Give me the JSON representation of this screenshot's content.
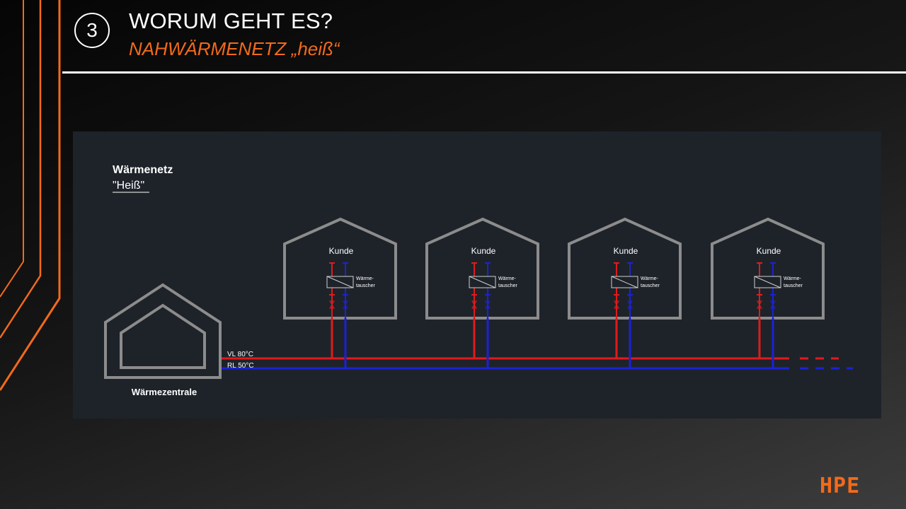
{
  "header": {
    "step_number": "3",
    "title": "WORUM GEHT ES?",
    "subtitle": "NAHWÄRMENETZ „heiß“"
  },
  "diagram": {
    "heading": "Wärmenetz",
    "subheading": "\"Heiß\"",
    "central_label": "Wärmezentrale",
    "flow_label": "VL 80°C",
    "return_label": "RL 50°C",
    "customer_label": "Kunde",
    "exchanger_label_line1": "Wärme-",
    "exchanger_label_line2": "tauscher",
    "customers": [
      {
        "label": "Kunde"
      },
      {
        "label": "Kunde"
      },
      {
        "label": "Kunde"
      },
      {
        "label": "Kunde"
      }
    ],
    "colors": {
      "flow": "#e01b1b",
      "return": "#1b22d6",
      "house_outline": "#8c8c8c",
      "panel": "#1e232a"
    }
  },
  "colors": {
    "accent": "#f26a1b",
    "title": "#ffffff"
  },
  "logo": "HPE"
}
